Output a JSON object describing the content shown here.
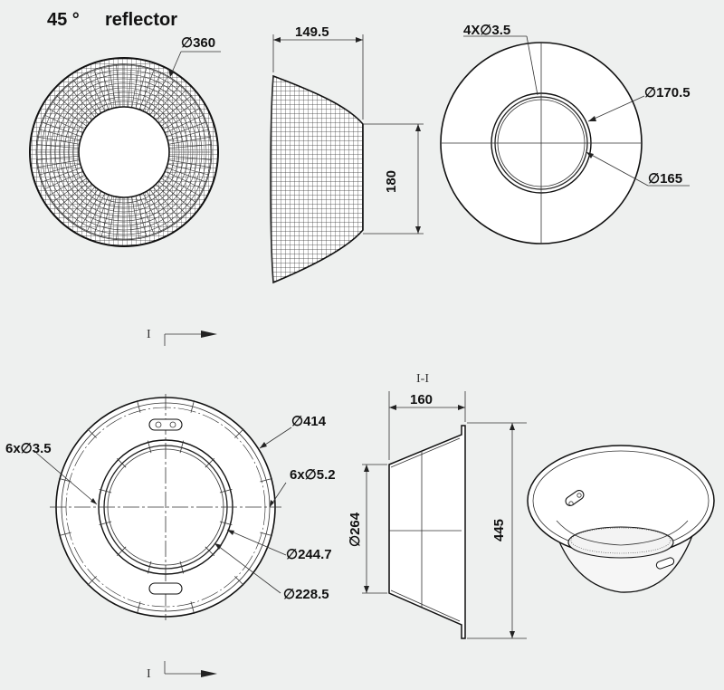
{
  "title": {
    "angle": "45 °",
    "name": "reflector"
  },
  "top_front": {
    "diameter": "∅360"
  },
  "top_side": {
    "depth": "149.5",
    "height": "180"
  },
  "top_back": {
    "holes": "4X∅3.5",
    "d_outer": "∅170.5",
    "d_inner": "∅165"
  },
  "section_marks": {
    "top": "I",
    "bottom": "I",
    "section_label": "I-I"
  },
  "bottom_front": {
    "d_outer": "∅414",
    "holes_left": "6x∅3.5",
    "holes_right": "6x∅5.2",
    "d_ring1": "∅244.7",
    "d_ring2": "∅228.5"
  },
  "bottom_side": {
    "depth": "160",
    "d_small": "∅264",
    "d_large": "445"
  },
  "colors": {
    "background": "#eef0ef",
    "line": "#222222"
  }
}
